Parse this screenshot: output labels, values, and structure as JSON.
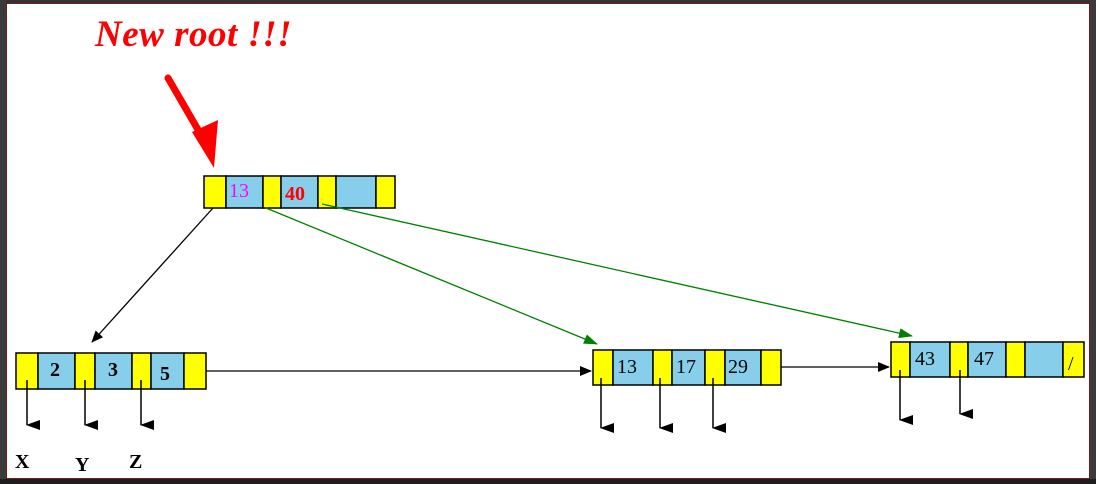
{
  "title": "New root !!!",
  "colors": {
    "pointer_cell": "#ffff00",
    "key_cell": "#87ceeb",
    "new_root_arrow": "#ff0000",
    "old_child_arrow": "#000000",
    "new_child_arrow": "#008000",
    "key_magenta": "#ff00ff",
    "key_red": "#ff0000",
    "key_black": "#000000"
  },
  "root": {
    "keys": [
      "13",
      "40",
      ""
    ]
  },
  "leaves": [
    {
      "keys": [
        "2",
        "3",
        "5"
      ],
      "labels": [
        "X",
        "Y",
        "Z"
      ]
    },
    {
      "keys": [
        "13",
        "17",
        "29"
      ]
    },
    {
      "keys": [
        "43",
        "47",
        ""
      ],
      "null_pointer": "/"
    }
  ]
}
